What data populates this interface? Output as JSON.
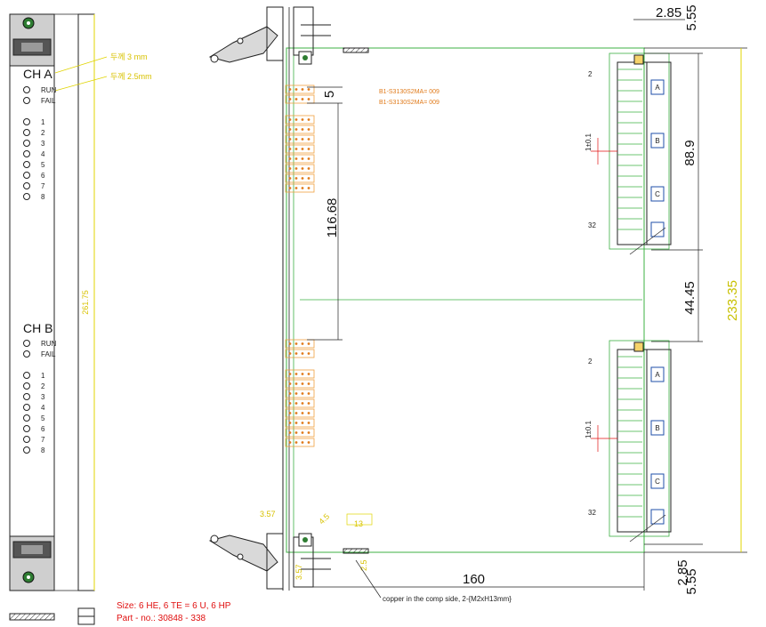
{
  "front_panel": {
    "channel_a": {
      "title": "CH A",
      "status": [
        "RUN",
        "FAIL"
      ],
      "leds": [
        "1",
        "2",
        "3",
        "4",
        "5",
        "6",
        "7",
        "8"
      ]
    },
    "channel_b": {
      "title": "CH B",
      "status": [
        "RUN",
        "FAIL"
      ],
      "leds": [
        "1",
        "2",
        "3",
        "4",
        "5",
        "6",
        "7",
        "8"
      ]
    },
    "height_dim": "261.75",
    "callout_1": "두께 3 mm",
    "callout_2": "두께 2.5mm"
  },
  "board": {
    "width_dim": "160",
    "pitch_top": "5",
    "pitch_gap": "116.68",
    "top_offset": "2.85",
    "right_top": "5.55",
    "connector_span": "88.9",
    "connector_gap": "44.45",
    "total_height": "233.35",
    "bottom_offset": "2.85",
    "right_bottom": "5.55",
    "hole_tolerance": "1±0.1",
    "small_dims": [
      "3.57",
      "4.5",
      "13",
      "2.5",
      "3.57"
    ],
    "rows": [
      "A",
      "B",
      "C"
    ],
    "pin_first": "2",
    "pin_last": "32",
    "orange_notes": [
      "B1-S3130S2MA= 009",
      "B1-S3130S2MA= 009"
    ],
    "copper_note": "copper in the comp side, 2-{M2xH13mm}"
  },
  "spec": {
    "line1": "Size: 6 HE, 6 TE = 6 U, 6 HP",
    "line2": "Part - no.: 30848 - 338"
  }
}
